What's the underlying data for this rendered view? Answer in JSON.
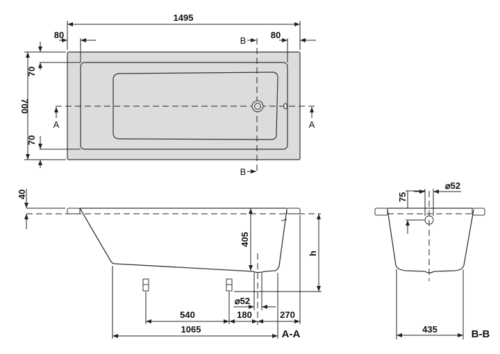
{
  "top_view": {
    "length": "1495",
    "rim_left": "80",
    "rim_right": "80",
    "width": "700",
    "rim_top": "70",
    "rim_bottom": "70",
    "section_a_left": "A",
    "section_a_right": "A",
    "section_b_top": "B",
    "section_b_bottom": "B"
  },
  "section_aa": {
    "rim_thickness": "40",
    "depth": "405",
    "height": "h",
    "drain_diameter": "⌀52",
    "feet_spacing": "540",
    "foot_to_drain": "180",
    "drain_to_end": "270",
    "bottom_length": "1065",
    "label": "A-A"
  },
  "section_bb": {
    "overflow_offset": "75",
    "overflow_diameter": "⌀52",
    "bottom_width": "435",
    "label": "B-B"
  },
  "colors": {
    "fill": "#dcdcdc",
    "line": "#222222"
  }
}
